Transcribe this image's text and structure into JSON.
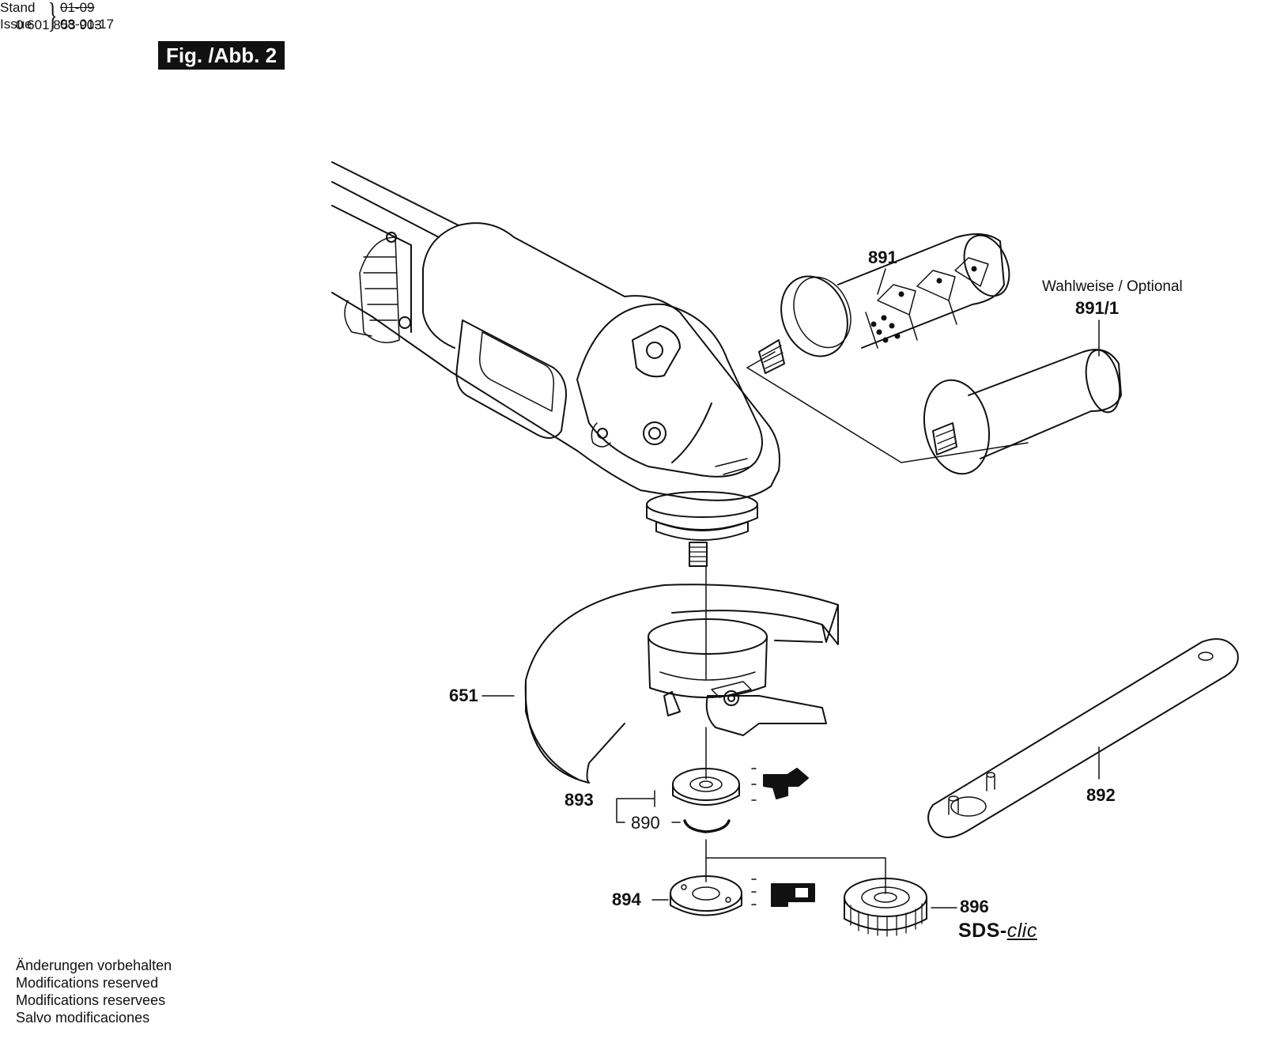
{
  "header": {
    "part_number": "0 601 853 903",
    "stand_label": "Stand",
    "issue_label": "Issue",
    "stand_date_old": "01-09",
    "issue_date": "08-01-17",
    "figure_badge": "Fig. /Abb. 2"
  },
  "callouts": {
    "p891": "891",
    "p891_1": "891/1",
    "optional_caption": "Wahlweise / Optional",
    "p651": "651",
    "p892": "892",
    "p893": "893",
    "p890": "890",
    "p894": "894",
    "p896": "896",
    "sds_prefix": "SDS-",
    "sds_suffix": "clic"
  },
  "footer": {
    "line1": "Änderungen vorbehalten",
    "line2": "Modifications reserved",
    "line3": "Modifications reservees",
    "line4": "Salvo modificaciones"
  }
}
